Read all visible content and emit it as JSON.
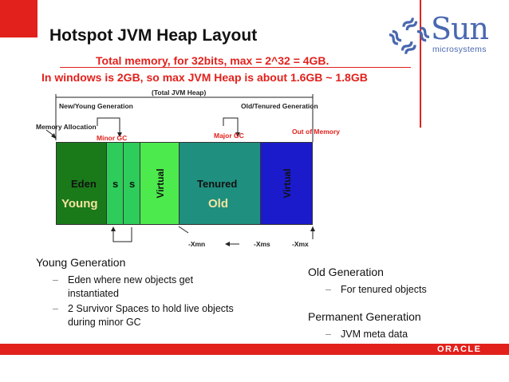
{
  "slide": {
    "title": "Hotspot JVM Heap Layout",
    "line1": "Total memory, for 32bits, max = 2^32 = 4GB.",
    "line2": "In windows is 2GB, so max JVM Heap is about 1.6GB ~ 1.8GB",
    "logo": {
      "word": "Sun",
      "sub": "microsystems",
      "icon": "sun-logo-icon"
    },
    "footer_brand": "ORACLE"
  },
  "diagram": {
    "total_heap": "(Total JVM Heap)",
    "young_gen": "New/Young Generation",
    "old_gen": "Old/Tenured Generation",
    "mem_alloc": "Memory Allocation",
    "minor_gc": "Minor GC",
    "major_gc": "Major GC",
    "out_of_mem": "Out of Memory",
    "eden": "Eden",
    "young": "Young",
    "s1": "s",
    "s2": "s",
    "virtual1": "Virtual",
    "tenured": "Tenured",
    "old": "Old",
    "virtual2": "Virtual",
    "xmn": "-Xmn",
    "xms": "-Xms",
    "xmx": "-Xmx",
    "colors": {
      "eden": "#1a7a1a",
      "survivor": "#2ecc5a",
      "virtual1": "#4dea4d",
      "tenured": "#1f8f7f",
      "virtual2": "#1b1bcc"
    }
  },
  "content": {
    "young_heading": "Young Generation",
    "young_items": [
      "Eden where new objects get instantiated",
      "2 Survivor Spaces to hold live objects during minor GC"
    ],
    "old_heading": "Old Generation",
    "old_items": [
      "For tenured objects"
    ],
    "perm_heading": "Permanent Generation",
    "perm_items": [
      "JVM meta data"
    ]
  }
}
